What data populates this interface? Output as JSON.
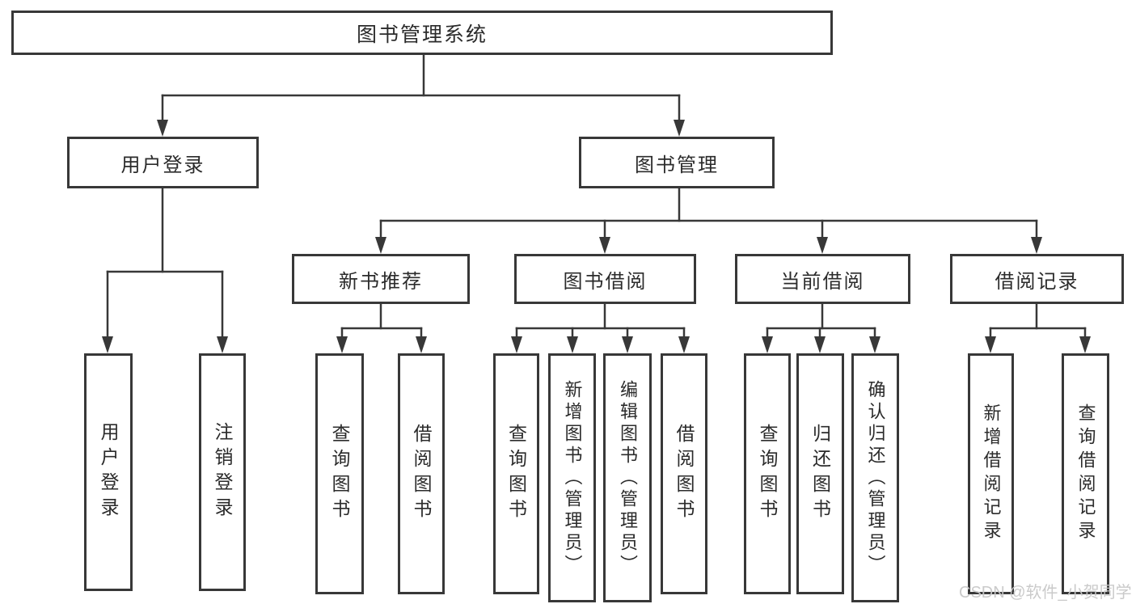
{
  "diagram": {
    "root": {
      "label": "图书管理系统"
    },
    "level2": [
      {
        "label": "用户登录"
      },
      {
        "label": "图书管理"
      }
    ],
    "level3": [
      {
        "label": "新书推荐",
        "parent": "图书管理"
      },
      {
        "label": "图书借阅",
        "parent": "图书管理"
      },
      {
        "label": "当前借阅",
        "parent": "图书管理"
      },
      {
        "label": "借阅记录",
        "parent": "图书管理"
      }
    ],
    "leaves": [
      {
        "label": "用户登录",
        "parent": "用户登录"
      },
      {
        "label": "注销登录",
        "parent": "用户登录"
      },
      {
        "label": "查询图书",
        "parent": "新书推荐"
      },
      {
        "label": "借阅图书",
        "parent": "新书推荐"
      },
      {
        "label": "查询图书",
        "parent": "图书借阅"
      },
      {
        "label": "新增图书（管理员）",
        "parent": "图书借阅"
      },
      {
        "label": "编辑图书（管理员）",
        "parent": "图书借阅"
      },
      {
        "label": "借阅图书",
        "parent": "图书借阅"
      },
      {
        "label": "查询图书",
        "parent": "当前借阅"
      },
      {
        "label": "归还图书",
        "parent": "当前借阅"
      },
      {
        "label": "确认归还（管理员）",
        "parent": "当前借阅"
      },
      {
        "label": "新增借阅记录",
        "parent": "借阅记录"
      },
      {
        "label": "查询借阅记录",
        "parent": "借阅记录"
      }
    ]
  },
  "watermark": {
    "text": "CSDN @软件_小贺同学"
  },
  "colors": {
    "line": "#383838",
    "text": "#2b2b2b",
    "background": "#ffffff",
    "watermark": "#c8c8c8"
  }
}
